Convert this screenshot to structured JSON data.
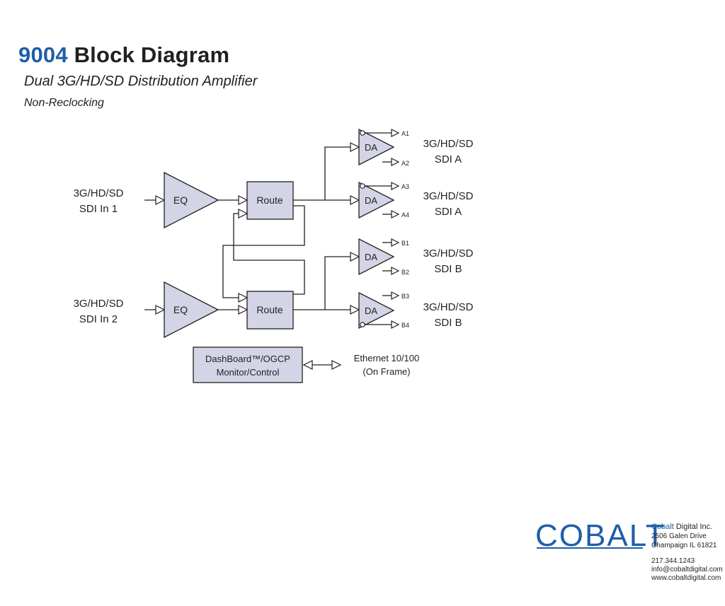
{
  "header": {
    "title_number": "9004",
    "title_rest": "Block Diagram",
    "subtitle": "Dual 3G/HD/SD Distribution Amplifier",
    "subtitle2": "Non-Reclocking"
  },
  "diagram": {
    "inputs": [
      {
        "line1": "3G/HD/SD",
        "line2": "SDI In 1"
      },
      {
        "line1": "3G/HD/SD",
        "line2": "SDI In 2"
      }
    ],
    "eq_label": "EQ",
    "route_label": "Route",
    "da_label": "DA",
    "outputs": [
      {
        "line1": "3G/HD/SD",
        "line2": "SDI A",
        "top_tag": "A1",
        "bottom_tag": "A2"
      },
      {
        "line1": "3G/HD/SD",
        "line2": "SDI A",
        "top_tag": "A3",
        "bottom_tag": "A4"
      },
      {
        "line1": "3G/HD/SD",
        "line2": "SDI B",
        "top_tag": "B1",
        "bottom_tag": "B2"
      },
      {
        "line1": "3G/HD/SD",
        "line2": "SDI B",
        "top_tag": "B3",
        "bottom_tag": "B4"
      }
    ],
    "control": {
      "line1": "DashBoard™/OGCP",
      "line2": "Monitor/Control"
    },
    "ethernet": {
      "line1": "Ethernet 10/100",
      "line2": "(On Frame)"
    }
  },
  "footer": {
    "logo_text": "COBALT",
    "company_brand": "Cobalt",
    "company_rest": " Digital Inc.",
    "address1": "2506 Galen Drive",
    "address2": "Champaign IL 61821",
    "phone": "217.344.1243",
    "email": "info@cobaltdigital.com",
    "website": "www.cobaltdigital.com"
  },
  "colors": {
    "brand_blue": "#1d5fa8",
    "block_fill": "#d3d4e6",
    "line": "#231f20"
  }
}
